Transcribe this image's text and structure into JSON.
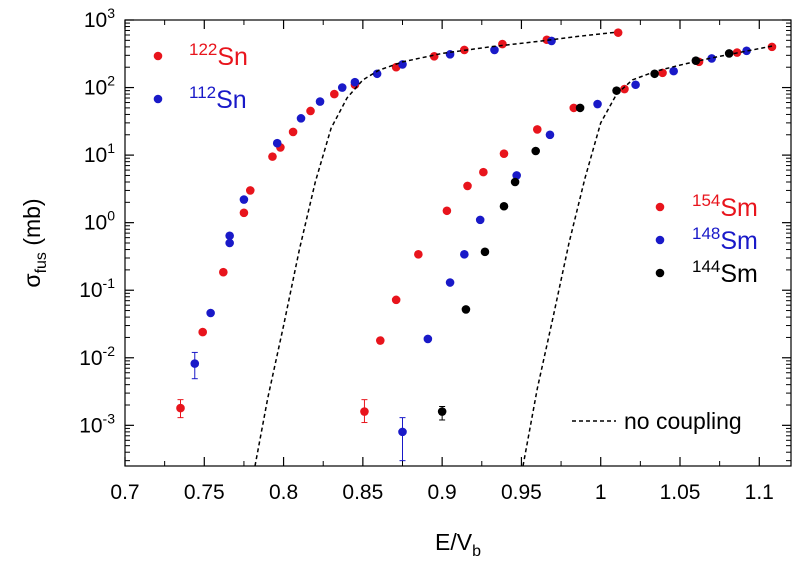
{
  "chart_data": {
    "type": "scatter",
    "xlabel": "E/V",
    "xlabel_sub": "b",
    "ylabel": "σ",
    "ylabel_sub": "fus",
    "ylabel_unit": "(mb)",
    "xlim": [
      0.7,
      1.12
    ],
    "ylim": [
      0.00025,
      1000
    ],
    "yscale": "log",
    "x_ticks": [
      0.7,
      0.75,
      0.8,
      0.85,
      0.9,
      0.95,
      1.0,
      1.05,
      1.1
    ],
    "x_tick_labels": [
      "0.7",
      "0.75",
      "0.8",
      "0.85",
      "0.9",
      "0.95",
      "1",
      "1.05",
      "1.1"
    ],
    "y_ticks": [
      {
        "value": 0.001,
        "base": "10",
        "exp": "-3"
      },
      {
        "value": 0.01,
        "base": "10",
        "exp": "-2"
      },
      {
        "value": 0.1,
        "base": "10",
        "exp": "-1"
      },
      {
        "value": 1,
        "base": "10",
        "exp": "0"
      },
      {
        "value": 10,
        "base": "10",
        "exp": "1"
      },
      {
        "value": 100,
        "base": "10",
        "exp": "2"
      },
      {
        "value": 1000,
        "base": "10",
        "exp": "3"
      }
    ],
    "grid": false,
    "legends": [
      {
        "position": "top-left",
        "entries": [
          {
            "series": 0,
            "sup": "122",
            "text": "Sn"
          },
          {
            "series": 1,
            "sup": "112",
            "text": "Sn"
          }
        ]
      },
      {
        "position": "right",
        "entries": [
          {
            "series": 2,
            "sup": "154",
            "text": "Sm"
          },
          {
            "series": 3,
            "sup": "148",
            "text": "Sm"
          },
          {
            "series": 4,
            "sup": "144",
            "text": "Sm"
          }
        ]
      },
      {
        "position": "bottom-right",
        "entries": [
          {
            "series": 5,
            "sup": "",
            "text": "no coupling"
          }
        ]
      }
    ],
    "series": [
      {
        "color": "#e8141c",
        "points": [
          {
            "x": 0.735,
            "y": 0.0018,
            "err": [
              0.0013,
              0.0024
            ]
          },
          {
            "x": 0.749,
            "y": 0.024
          },
          {
            "x": 0.762,
            "y": 0.185
          },
          {
            "x": 0.775,
            "y": 1.4
          },
          {
            "x": 0.779,
            "y": 3.0
          },
          {
            "x": 0.793,
            "y": 9.5
          },
          {
            "x": 0.798,
            "y": 13
          },
          {
            "x": 0.806,
            "y": 22
          },
          {
            "x": 0.817,
            "y": 45
          },
          {
            "x": 0.832,
            "y": 80
          },
          {
            "x": 0.845,
            "y": 110
          },
          {
            "x": 0.871,
            "y": 200
          },
          {
            "x": 0.895,
            "y": 290
          },
          {
            "x": 0.914,
            "y": 360
          },
          {
            "x": 0.938,
            "y": 440
          },
          {
            "x": 0.966,
            "y": 510
          },
          {
            "x": 1.011,
            "y": 650
          }
        ]
      },
      {
        "color": "#1919c8",
        "points": [
          {
            "x": 0.744,
            "y": 0.0082,
            "err": [
              0.0049,
              0.012
            ]
          },
          {
            "x": 0.754,
            "y": 0.046
          },
          {
            "x": 0.766,
            "y": 0.5
          },
          {
            "x": 0.766,
            "y": 0.64
          },
          {
            "x": 0.775,
            "y": 2.2
          },
          {
            "x": 0.796,
            "y": 15
          },
          {
            "x": 0.811,
            "y": 35
          },
          {
            "x": 0.823,
            "y": 62
          },
          {
            "x": 0.837,
            "y": 100
          },
          {
            "x": 0.845,
            "y": 120
          },
          {
            "x": 0.859,
            "y": 160
          },
          {
            "x": 0.875,
            "y": 220
          },
          {
            "x": 0.905,
            "y": 310
          },
          {
            "x": 0.933,
            "y": 360
          },
          {
            "x": 0.969,
            "y": 490
          }
        ]
      },
      {
        "color": "#e8141c",
        "points": [
          {
            "x": 0.851,
            "y": 0.0016,
            "err": [
              0.0011,
              0.0024
            ]
          },
          {
            "x": 0.861,
            "y": 0.018
          },
          {
            "x": 0.871,
            "y": 0.072
          },
          {
            "x": 0.885,
            "y": 0.34
          },
          {
            "x": 0.903,
            "y": 1.5
          },
          {
            "x": 0.916,
            "y": 3.5
          },
          {
            "x": 0.926,
            "y": 5.6
          },
          {
            "x": 0.939,
            "y": 10.5
          },
          {
            "x": 0.96,
            "y": 24
          },
          {
            "x": 0.983,
            "y": 50
          },
          {
            "x": 1.015,
            "y": 95
          },
          {
            "x": 1.039,
            "y": 165
          },
          {
            "x": 1.062,
            "y": 240
          },
          {
            "x": 1.086,
            "y": 330
          },
          {
            "x": 1.108,
            "y": 400
          }
        ]
      },
      {
        "color": "#1919c8",
        "points": [
          {
            "x": 0.875,
            "y": 0.0008,
            "err": [
              0.0003,
              0.0013
            ]
          },
          {
            "x": 0.891,
            "y": 0.019
          },
          {
            "x": 0.905,
            "y": 0.13
          },
          {
            "x": 0.914,
            "y": 0.34
          },
          {
            "x": 0.924,
            "y": 1.1
          },
          {
            "x": 0.947,
            "y": 5.0
          },
          {
            "x": 0.968,
            "y": 20
          },
          {
            "x": 0.998,
            "y": 57
          },
          {
            "x": 1.022,
            "y": 110
          },
          {
            "x": 1.046,
            "y": 175
          },
          {
            "x": 1.07,
            "y": 270
          },
          {
            "x": 1.092,
            "y": 350
          }
        ]
      },
      {
        "color": "#000000",
        "points": [
          {
            "x": 0.9,
            "y": 0.0016,
            "err": [
              0.0012,
              0.0019
            ]
          },
          {
            "x": 0.915,
            "y": 0.052
          },
          {
            "x": 0.927,
            "y": 0.37
          },
          {
            "x": 0.939,
            "y": 1.75
          },
          {
            "x": 0.946,
            "y": 4.0
          },
          {
            "x": 0.959,
            "y": 11.5
          },
          {
            "x": 0.987,
            "y": 50
          },
          {
            "x": 1.01,
            "y": 90
          },
          {
            "x": 1.034,
            "y": 160
          },
          {
            "x": 1.06,
            "y": 250
          },
          {
            "x": 1.081,
            "y": 320
          }
        ]
      },
      {
        "color": "#000000",
        "style": "dashed",
        "curves": [
          [
            {
              "x": 0.782,
              "y": 0.00025
            },
            {
              "x": 0.79,
              "y": 0.0025
            },
            {
              "x": 0.8,
              "y": 0.03
            },
            {
              "x": 0.81,
              "y": 0.4
            },
            {
              "x": 0.82,
              "y": 4
            },
            {
              "x": 0.83,
              "y": 25
            },
            {
              "x": 0.84,
              "y": 70
            },
            {
              "x": 0.85,
              "y": 130
            },
            {
              "x": 0.86,
              "y": 180
            },
            {
              "x": 0.875,
              "y": 240
            },
            {
              "x": 0.9,
              "y": 320
            },
            {
              "x": 0.93,
              "y": 400
            },
            {
              "x": 0.96,
              "y": 480
            },
            {
              "x": 0.985,
              "y": 570
            },
            {
              "x": 1.01,
              "y": 660
            }
          ],
          [
            {
              "x": 0.951,
              "y": 0.00025
            },
            {
              "x": 0.96,
              "y": 0.0035
            },
            {
              "x": 0.97,
              "y": 0.04
            },
            {
              "x": 0.98,
              "y": 0.5
            },
            {
              "x": 0.99,
              "y": 4.5
            },
            {
              "x": 1.0,
              "y": 30
            },
            {
              "x": 1.01,
              "y": 80
            },
            {
              "x": 1.02,
              "y": 130
            },
            {
              "x": 1.035,
              "y": 175
            },
            {
              "x": 1.05,
              "y": 215
            },
            {
              "x": 1.07,
              "y": 275
            },
            {
              "x": 1.09,
              "y": 340
            },
            {
              "x": 1.11,
              "y": 420
            }
          ]
        ]
      }
    ]
  }
}
